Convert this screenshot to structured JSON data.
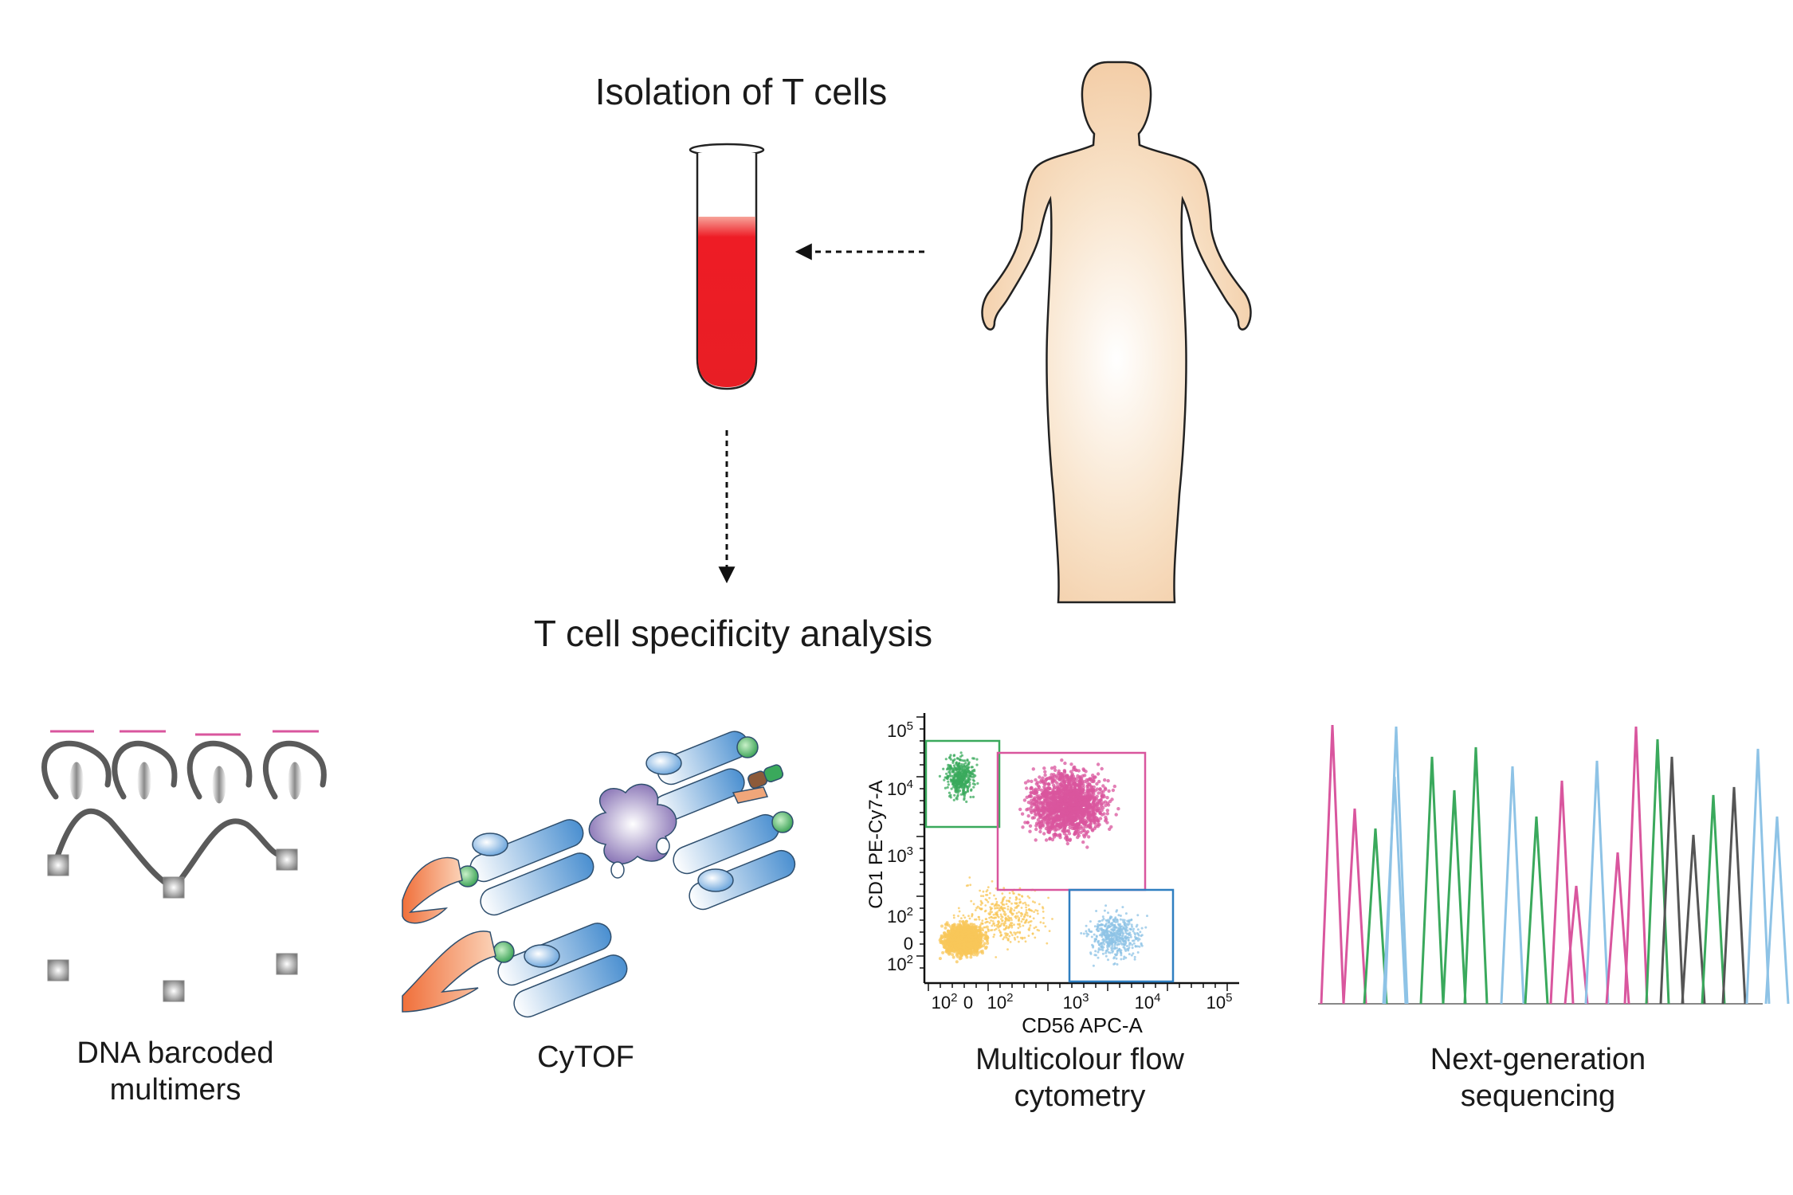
{
  "titles": {
    "isolation": "Isolation of T cells",
    "analysis": "T cell specificity analysis"
  },
  "methods": {
    "dna": {
      "line1": "DNA barcoded",
      "line2": "multimers"
    },
    "cytof": {
      "line1": "CyTOF"
    },
    "flow": {
      "line1": "Multicolour flow",
      "line2": "cytometry"
    },
    "ngs": {
      "line1": "Next-generation",
      "line2": "sequencing"
    }
  },
  "flow_plot": {
    "xlabel": "CD56 APC-A",
    "ylabel": "CD1 PE-Cy7-A",
    "x_ticks": [
      {
        "base": "10",
        "exp": "2"
      },
      {
        "base": "0",
        "exp": ""
      },
      {
        "base": "10",
        "exp": "2"
      },
      {
        "base": "10",
        "exp": "3"
      },
      {
        "base": "10",
        "exp": "4"
      },
      {
        "base": "10",
        "exp": "5"
      }
    ],
    "y_ticks": [
      {
        "base": "10",
        "exp": "5"
      },
      {
        "base": "10",
        "exp": "4"
      },
      {
        "base": "10",
        "exp": "3"
      },
      {
        "base": "10",
        "exp": "2"
      },
      {
        "base": "0",
        "exp": ""
      },
      {
        "base": "10",
        "exp": "2"
      }
    ]
  },
  "colors": {
    "blood": "#ee1c25",
    "skin": "#f5d6b4",
    "pink": "#d9569e",
    "green": "#3aa95c",
    "blue": "#8ec3e6",
    "gray": "#555555",
    "yellow": "#f8c75a",
    "orange": "#f08a55",
    "purple": "#8b78b8"
  },
  "icons": [
    "blood-tube-icon",
    "human-silhouette-icon",
    "dashed-arrow-icon"
  ]
}
